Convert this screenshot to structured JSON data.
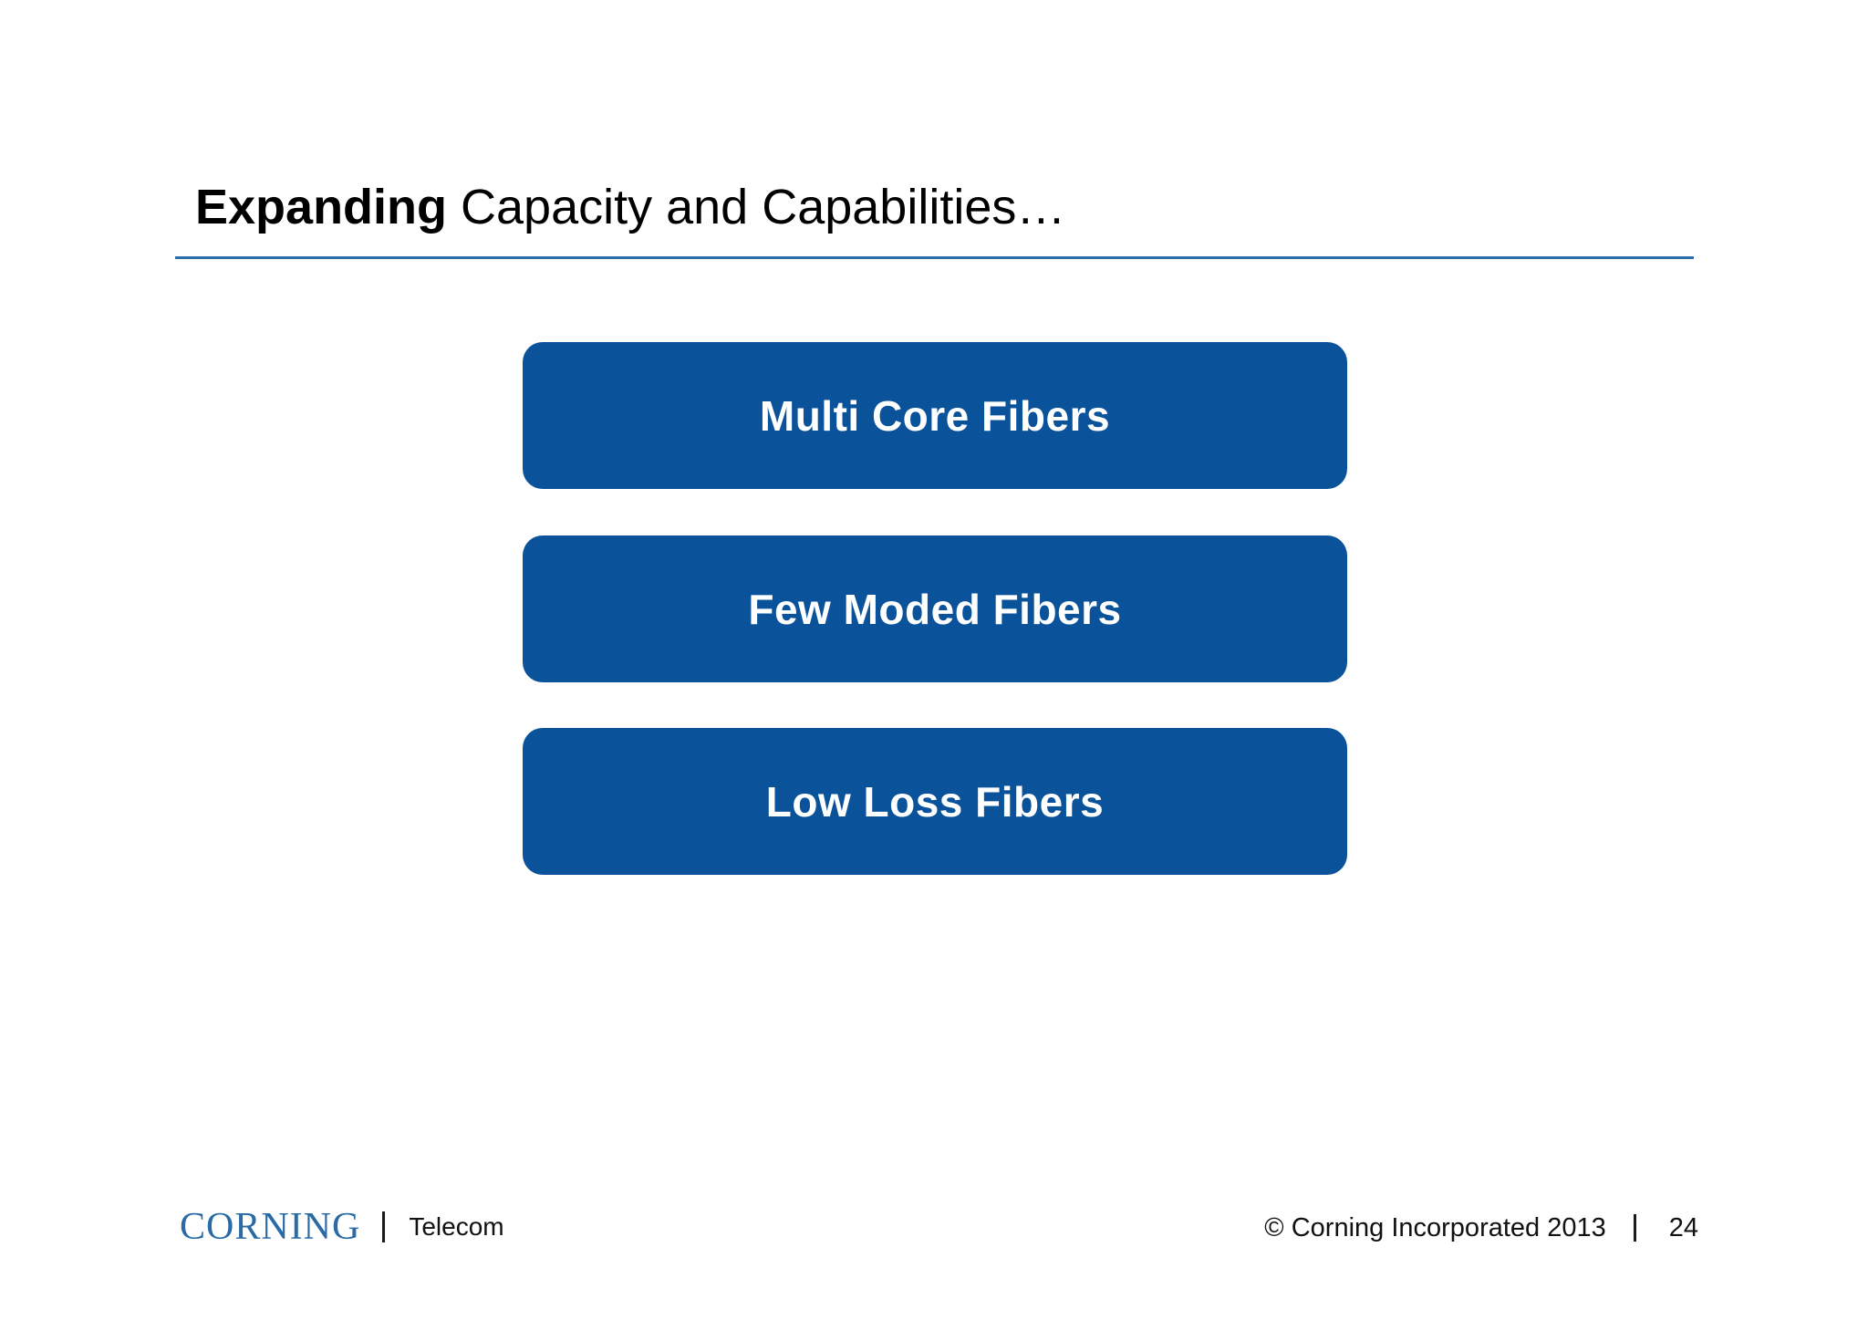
{
  "slide": {
    "title": {
      "bold": "Expanding",
      "rest": " Capacity and Capabilities…"
    },
    "boxes": [
      {
        "label": "Multi Core Fibers"
      },
      {
        "label": "Few Moded Fibers"
      },
      {
        "label": "Low Loss Fibers"
      }
    ],
    "footer": {
      "logo": "CORNING",
      "division": "Telecom",
      "copyright": "© Corning Incorporated 2013",
      "page_number": "24"
    },
    "colors": {
      "box_blue": "#0a539b",
      "accent_line_blue": "#2e6cab",
      "logo_blue": "#2a6ba6",
      "box_text": "#ffffff"
    }
  }
}
